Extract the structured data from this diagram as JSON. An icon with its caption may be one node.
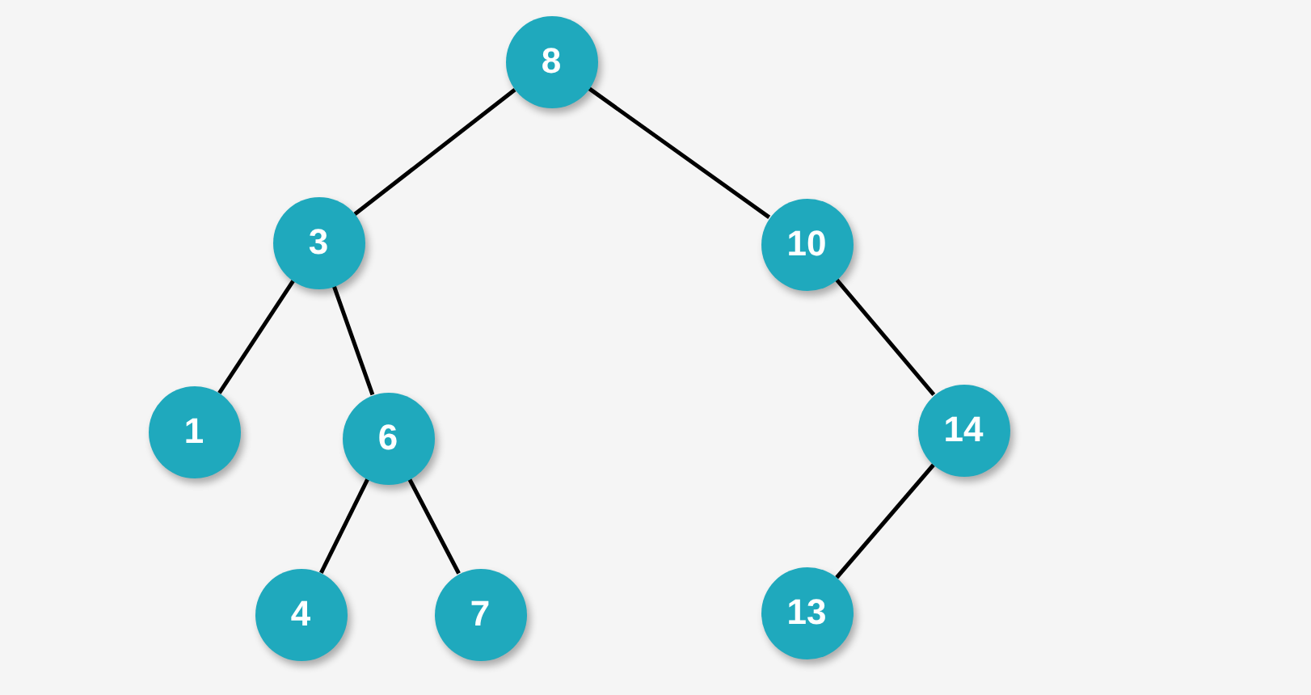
{
  "diagram": {
    "nodes": [
      {
        "text": [
          "8"
        ]
      },
      {
        "text": [
          "3"
        ]
      },
      {
        "text": [
          "10"
        ]
      },
      {
        "text": [
          "1"
        ]
      },
      {
        "text": [
          "6"
        ]
      },
      {
        "text": [
          "14"
        ]
      },
      {
        "text": [
          "4"
        ]
      },
      {
        "text": [
          "7"
        ]
      },
      {
        "text": [
          "13"
        ]
      }
    ],
    "edges": [
      {
        "from": 0,
        "to": 1,
        "arrow": "none"
      },
      {
        "from": 0,
        "to": 2,
        "arrow": "none"
      },
      {
        "from": 1,
        "to": 3,
        "arrow": "none"
      },
      {
        "from": 1,
        "to": 4,
        "arrow": "none"
      },
      {
        "from": 2,
        "to": 5,
        "arrow": "none"
      },
      {
        "from": 4,
        "to": 6,
        "arrow": "none"
      },
      {
        "from": 4,
        "to": 7,
        "arrow": "none"
      },
      {
        "from": 5,
        "to": 8,
        "arrow": "none"
      }
    ]
  }
}
